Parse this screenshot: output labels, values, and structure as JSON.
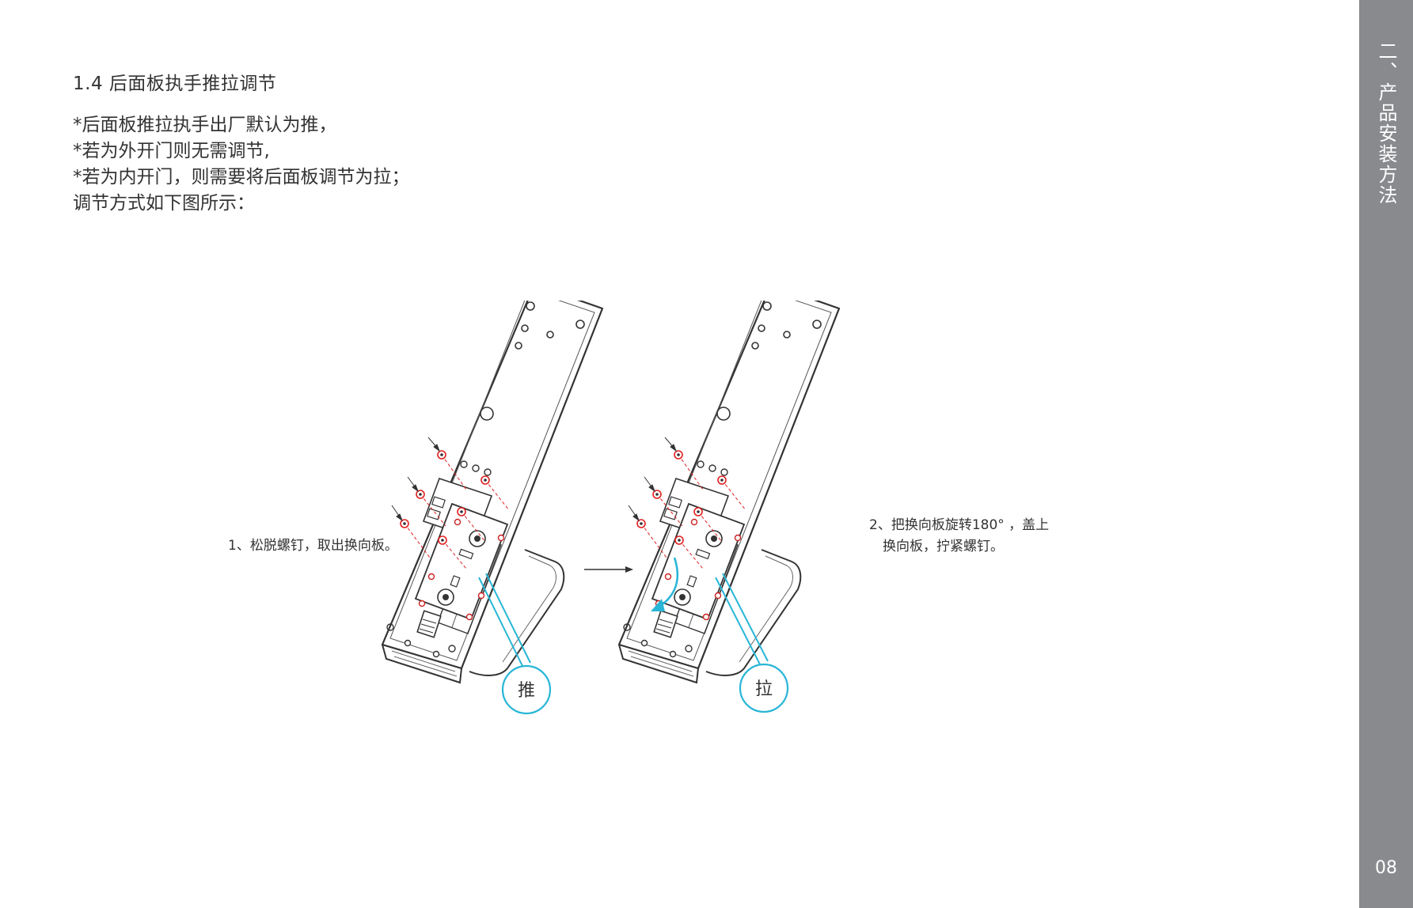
{
  "section": {
    "heading": "1.4 后面板执手推拉调节",
    "lines": [
      "*后面板推拉执手出厂默认为推，",
      "*若为外开门则无需调节,",
      "*若为内开门，则需要将后面板调节为拉；",
      "调节方式如下图所示："
    ]
  },
  "figure": {
    "step1_caption": "1、松脱螺钉，取出换向板。",
    "step2_caption_line1": "2、把换向板旋转180° ，盖上",
    "step2_caption_line2": "换向板，拧紧螺钉。",
    "push_label": "推",
    "pull_label": "拉",
    "accent_color": "#29b6d6",
    "screw_color": "#e02020"
  },
  "sidebar": {
    "title": "二、产品安装方法",
    "page_number": "08",
    "background": "#898a8e"
  }
}
